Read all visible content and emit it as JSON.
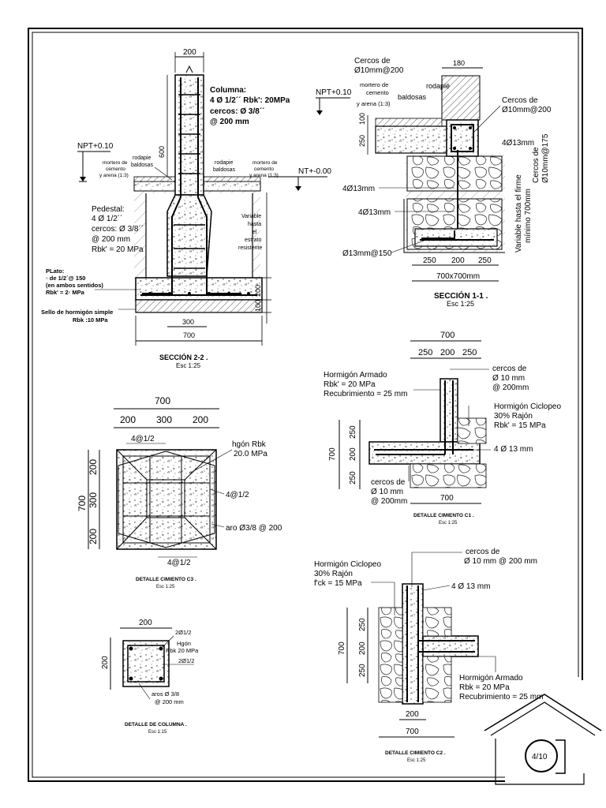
{
  "sheet_number": "4/10",
  "sec22": {
    "dim_top": "200",
    "col_title": "Columna:",
    "col_bars": "4 Ø 1/2´´  Rbk': 20MPa",
    "col_stirrups": "cercos: Ø 3/8´´",
    "col_spacing": "@ 200 mm",
    "dim_600": "600",
    "npt": "NPT+0.10",
    "mortar_left_1": "mortero de",
    "mortar_left_2": "cemento",
    "mortar_left_3": "y arena (1:3)",
    "rod_left_1": "rodapie",
    "rod_left_2": "baldosas",
    "rod_right_1": "rodapie",
    "rod_right_2": "baldosas",
    "mortar_right_1": "mortero de",
    "mortar_right_2": "cemento",
    "mortar_right_3": "y arena (1:3)",
    "nt": "NT+-0.00",
    "ped_title": "Pedestal:",
    "ped_bars": "4 Ø 1/2´´",
    "ped_stirrups": "cercos: Ø 3/8´´",
    "ped_spacing": "@ 200 mm",
    "ped_rbk": "Rbk' = 20 MPa",
    "var_1": "Variable",
    "var_2": "hasta",
    "var_3": "el",
    "var_4": "estrato",
    "var_5": "resistente",
    "plate_1": "PLato:",
    "plate_2": "▫ de 1/2´@ 150",
    "plate_3": "(en ambos sentidos)",
    "plate_4": "Rbk' = 2▫ MPa",
    "seal_1": "Sello de hormigón simple",
    "seal_2": "Rbk :10 MPa",
    "dim_200": "200",
    "dim_100": "100",
    "dim_300": "300",
    "dim_700": "700",
    "title": "SECCIÓN 2-2 .",
    "scale": "Esc 1:25"
  },
  "sec11": {
    "cercos_top_1": "Cercos de",
    "cercos_top_2": "Ø10mm@200",
    "dim_180": "180",
    "npt": "NPT+0.10",
    "mortar_1": "mortero de",
    "mortar_2": "cemento",
    "mortar_3": "y arena (1:3)",
    "rodapie": "rodapié",
    "baldosas": "baldosas",
    "cercos_r_1": "Cercos de",
    "cercos_r_2": "Ø10mm@200",
    "dim_100": "100",
    "dim_250": "250",
    "bars_r": "4Ø13mm",
    "cercos_v": "Cercos de",
    "cercos_v2": "Ø10mm@175",
    "bars_l1": "4Ø13mm",
    "bars_l2": "4Ø13mm",
    "variable_1": "Variable hasta el firme",
    "variable_2": "mínimo 700mm",
    "bars_bottom": "Ø13mm@150",
    "dim_b1": "250",
    "dim_b2": "200",
    "dim_b3": "250",
    "dim_total": "700x700mm",
    "title": "SECCIÓN 1-1 .",
    "scale": "Esc 1:25"
  },
  "c3": {
    "dim_total": "700",
    "dim_a": "200",
    "dim_b": "300",
    "dim_c": "200",
    "bars_top": "4@1/2",
    "hgon_1": "hgón Rbk",
    "hgon_2": "20.0 MPa",
    "bars_right": "4@1/2",
    "aro": "aro Ø3/8 @ 200",
    "bars_bottom": "4@1/2",
    "dim_v_total": "700",
    "dim_v_a": "200",
    "dim_v_b": "300",
    "dim_v_c": "200",
    "title": "DETALLE CIMIENTO C3 .",
    "scale": "Esc 1:25"
  },
  "col": {
    "dim_top": "200",
    "dim_left": "200",
    "bars_1": "2Ø1/2",
    "hgon_1": "Hgón",
    "hgon_2": "Rbk 20 MPa",
    "bars_2": "2Ø1/2",
    "aros_1": "aros Ø 3/8",
    "aros_2": "@ 200 mm",
    "title": "DETALLE  DE COLUMNA .",
    "scale": "Esc 1:15"
  },
  "c1": {
    "dim_total": "700",
    "dim_a": "250",
    "dim_b": "200",
    "dim_c": "250",
    "ha_1": "Hormigón Armado",
    "ha_2": "Rbk' = 20 MPa",
    "ha_3": "Recubrimiento = 25 mm",
    "cercos_1": "cercos de",
    "cercos_2": "Ø 10 mm",
    "cercos_3": "@ 200mm",
    "hc_1": "Hormigón Ciclopeo",
    "hc_2": "30% Rajón",
    "hc_3": "Rbk' = 15 MPa",
    "bars": "4 Ø 13 mm",
    "dim_v_total": "700",
    "dim_v_a": "250",
    "dim_v_b": "200",
    "dim_v_c": "250",
    "cb_1": "cercos de",
    "cb_2": "Ø 10 mm",
    "cb_3": "@ 200mm",
    "dim_bottom": "700",
    "title": "DETALLE CIMIENTO C1 .",
    "scale": "Esc 1:25"
  },
  "c2": {
    "hc_1": "Hormigón Ciclopeo",
    "hc_2": "30% Rajón",
    "hc_3": "f'ck = 15 MPa",
    "cercos_1": "cercos de",
    "cercos_2": "Ø 10 mm @ 200 mm",
    "bars": "4 Ø 13 mm",
    "dim_v_total": "700",
    "dim_v_a": "250",
    "dim_v_b": "200",
    "dim_v_c": "250",
    "ha_1": "Hormigón Armado",
    "ha_2": "Rbk = 20 MPa",
    "ha_3": "Recubrimiento = 25 mm",
    "dim_200": "200",
    "dim_700": "700",
    "title": "DETALLE CIMIENTO C2 .",
    "scale": "Esc 1:25"
  }
}
